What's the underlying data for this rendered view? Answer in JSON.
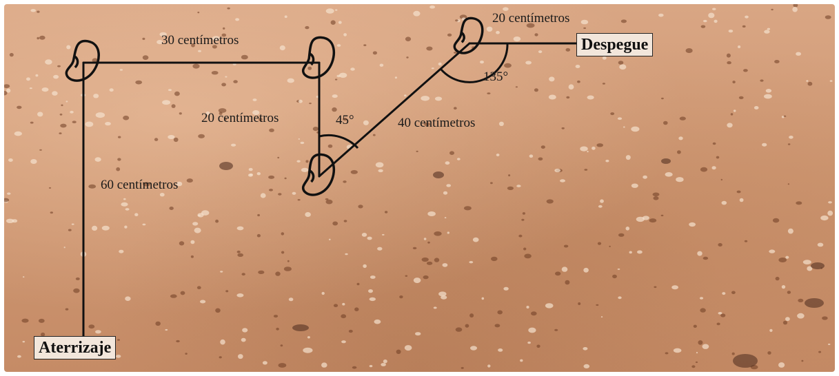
{
  "diagram": {
    "takeoff_label": "Despegue",
    "landing_label": "Aterrizaje",
    "segments": [
      {
        "length": "20 centímetros"
      },
      {
        "length": "40 centímetros"
      },
      {
        "length": "20 centímetros"
      },
      {
        "length": "30 centímetros"
      },
      {
        "length": "60 centímetros"
      }
    ],
    "angles": [
      {
        "value": "135°"
      },
      {
        "value": "45°"
      }
    ],
    "colors": {
      "ground": "#cf9873",
      "line": "#111111",
      "label_box": "#f2e6db"
    },
    "icons": [
      "bean-icon",
      "bean-icon",
      "bean-icon",
      "bean-icon"
    ]
  }
}
